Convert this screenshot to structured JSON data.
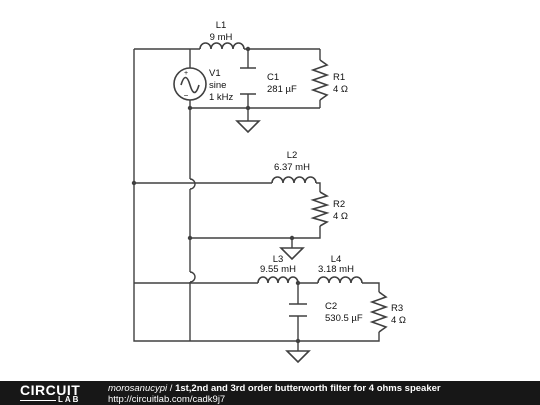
{
  "components": {
    "L1": {
      "name": "L1",
      "value": "9 mH"
    },
    "V1": {
      "name": "V1",
      "type": "sine",
      "freq": "1 kHz"
    },
    "C1": {
      "name": "C1",
      "value": "281 µF"
    },
    "R1": {
      "name": "R1",
      "value": "4 Ω"
    },
    "L2": {
      "name": "L2",
      "value": "6.37 mH"
    },
    "R2": {
      "name": "R2",
      "value": "4 Ω"
    },
    "L3": {
      "name": "L3",
      "value": "9.55 mH"
    },
    "L4": {
      "name": "L4",
      "value": "3.18 mH"
    },
    "C2": {
      "name": "C2",
      "value": "530.5 µF"
    },
    "R3": {
      "name": "R3",
      "value": "4 Ω"
    }
  },
  "footer": {
    "logo_top": "CIRCUIT",
    "logo_bottom": "LAB",
    "author": "morosanucypi",
    "separator": " / ",
    "title": "1st,2nd and 3rd order butterworth filter for 4 ohms speaker",
    "url": "http://circuitlab.com/cadk9j7"
  }
}
